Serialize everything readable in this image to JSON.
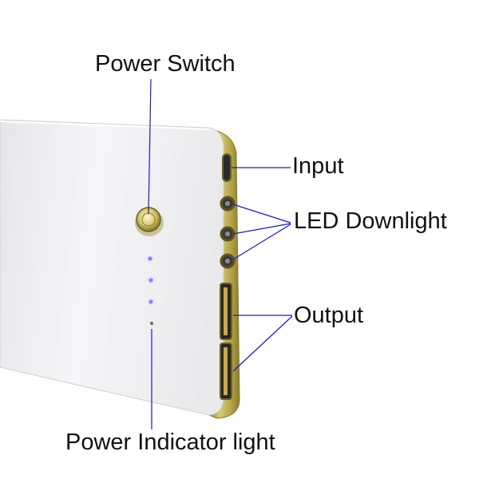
{
  "labels": {
    "power_switch": "Power Switch",
    "input": "Input",
    "led_downlight": "LED Downlight",
    "output": "Output",
    "power_indicator_light": "Power Indicator light"
  },
  "colors": {
    "leader_line": "#1c1cb0",
    "body": "#f1f1f3",
    "trim_gold": "#b9ab52",
    "indicator_led": "#7f80ff"
  },
  "indicator_leds": {
    "lit_count": 3,
    "total": 4
  }
}
